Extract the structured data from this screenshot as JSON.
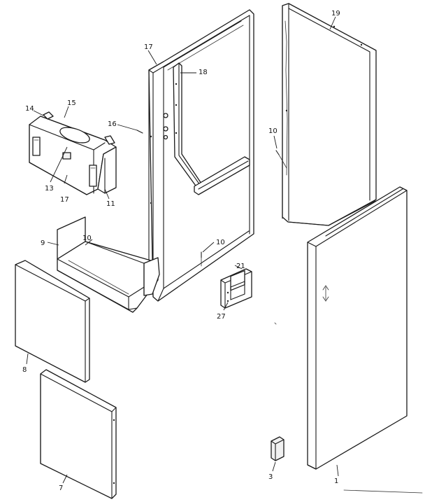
{
  "callouts": {
    "c1": "1",
    "c3": "3",
    "c7": "7",
    "c8": "8",
    "c9": "9",
    "c10a": "10",
    "c10b": "10",
    "c10c": "10",
    "c11": "11",
    "c13": "13",
    "c14": "14",
    "c15": "15",
    "c16": "16",
    "c17a": "17",
    "c17b": "17",
    "c18": "18",
    "c19": "19",
    "c21": "21",
    "c27": "27"
  }
}
